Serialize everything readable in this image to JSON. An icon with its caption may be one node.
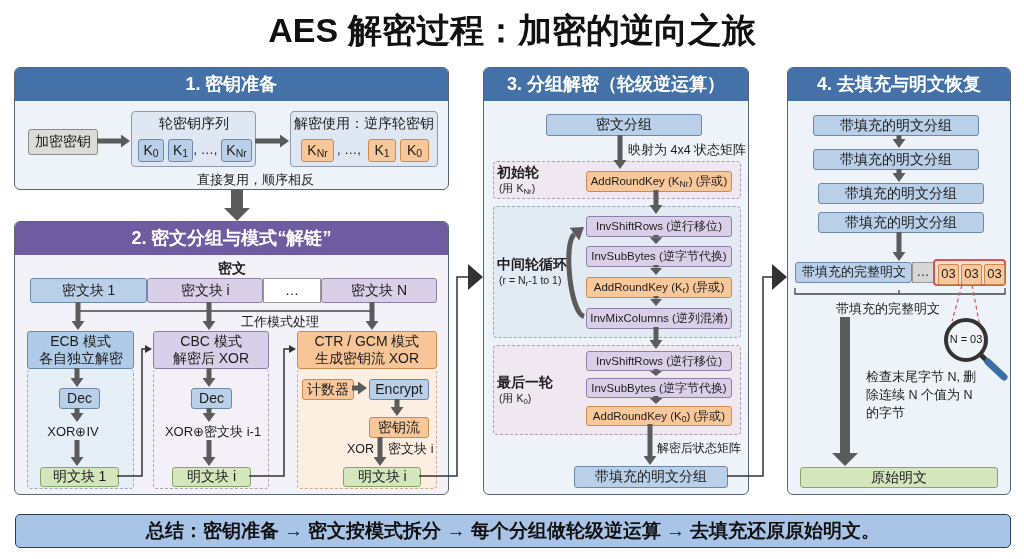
{
  "diagram": {
    "title": "AES 解密过程：加密的逆向之旅",
    "caption": "总结：密钥准备 → 密文按模式拆分 → 每个分组做轮级逆运算 → 去填充还原原始明文。",
    "nodes": [
      {
        "text": [
          "1. 密钥准备"
        ]
      },
      {
        "text": [
          "加密密钥"
        ],
        "in": 0
      },
      {
        "text": [
          "轮密钥序列"
        ],
        "in": 0
      },
      {
        "text": [
          "K$_{0}$"
        ],
        "in": 2
      },
      {
        "text": [
          "K$_{1}$"
        ],
        "in": 2
      },
      {
        "text": [
          "K$_{Nr}$"
        ],
        "in": 2
      },
      {
        "text": [
          "解密使用：逆序轮密钥"
        ],
        "in": 0
      },
      {
        "text": [
          "K$_{Nr}$"
        ],
        "in": 6
      },
      {
        "text": [
          "K$_{1}$"
        ],
        "in": 6
      },
      {
        "text": [
          "K$_{0}$"
        ],
        "in": 6
      },
      {
        "text": [
          "2. 密文分组与模式“解链”"
        ]
      },
      {
        "text": [
          "密文块 1"
        ],
        "in": 10
      },
      {
        "text": [
          "密文块 i"
        ],
        "in": 10
      },
      {
        "text": [
          "…"
        ],
        "in": 10
      },
      {
        "text": [
          "密文块 N"
        ],
        "in": 10
      },
      {
        "text": [
          "ECB 模式",
          "各自独立解密"
        ],
        "in": 10
      },
      {
        "text": [],
        "shape": "box",
        "in": 10
      },
      {
        "text": [
          "Dec"
        ],
        "in": 16
      },
      {
        "text": [
          "XOR⊕IV"
        ],
        "in": 16
      },
      {
        "text": [
          "明文块 1"
        ],
        "in": 16
      },
      {
        "text": [
          "CBC 模式",
          "解密后 XOR"
        ],
        "in": 10
      },
      {
        "text": [],
        "shape": "box",
        "in": 10
      },
      {
        "text": [
          "Dec"
        ],
        "in": 21
      },
      {
        "text": [
          "XOR⊕密文块 i-1"
        ],
        "in": 21
      },
      {
        "text": [
          "明文块 i"
        ],
        "in": 21
      },
      {
        "text": [
          "CTR / GCM 模式",
          "生成密钥流 XOR"
        ],
        "in": 10
      },
      {
        "text": [],
        "shape": "box",
        "in": 10
      },
      {
        "text": [
          "计数器"
        ],
        "in": 26
      },
      {
        "text": [
          "Encrypt"
        ],
        "in": 26
      },
      {
        "text": [
          "密钥流"
        ],
        "in": 26
      },
      {
        "text": [
          "明文块 i"
        ],
        "in": 26
      },
      {
        "text": [
          "3. 分组解密（轮级逆运算）"
        ]
      },
      {
        "text": [
          "密文分组"
        ],
        "in": 31
      },
      {
        "text": [
          "初始轮",
          "(用 K$_{Nr}$)"
        ],
        "in": 31
      },
      {
        "text": [
          "AddRoundKey (K$_{Nr}$) (异或)"
        ],
        "in": 33
      },
      {
        "text": [
          "中间轮循环",
          "(r = N$_{r}$-1 to 1)"
        ],
        "in": 31
      },
      {
        "text": [
          "InvShiftRows (逆行移位)"
        ],
        "in": 35
      },
      {
        "text": [
          "InvSubBytes (逆字节代换)"
        ],
        "in": 35
      },
      {
        "text": [
          "AddRoundKey (K$_{r}$) (异或)"
        ],
        "in": 35
      },
      {
        "text": [
          "InvMixColumns (逆列混淆)"
        ],
        "in": 35
      },
      {
        "text": [
          "最后一轮",
          "(用 K$_{0}$)"
        ],
        "in": 31
      },
      {
        "text": [
          "InvShiftRows (逆行移位)"
        ],
        "in": 40
      },
      {
        "text": [
          "InvSubBytes (逆字节代换)"
        ],
        "in": 40
      },
      {
        "text": [
          "AddRoundKey (K$_{0}$) (异或)"
        ],
        "in": 40
      },
      {
        "text": [
          "带填充的明文分组"
        ],
        "in": 31
      },
      {
        "text": [
          "4. 去填充与明文恢复"
        ]
      },
      {
        "text": [
          "带填充的明文分组"
        ],
        "in": 45
      },
      {
        "text": [
          "带填充的明文分组"
        ],
        "in": 45
      },
      {
        "text": [
          "带填充的明文分组"
        ],
        "in": 45
      },
      {
        "text": [
          "带填充的明文分组"
        ],
        "in": 45
      },
      {
        "text": [
          "带填充的完整明文"
        ],
        "in": 45
      },
      {
        "text": [
          "…"
        ],
        "in": 45
      },
      {
        "text": [],
        "shape": "box",
        "in": 45
      },
      {
        "text": [
          "03"
        ],
        "in": 52
      },
      {
        "text": [
          "03"
        ],
        "in": 52
      },
      {
        "text": [
          "03"
        ],
        "in": 52
      },
      {
        "text": [
          "N = 03"
        ],
        "in": 45
      },
      {
        "text": [
          "带填充的完整明文"
        ],
        "in": 45
      },
      {
        "text": [
          "原始明文"
        ],
        "in": 45
      }
    ],
    "edges": [
      {
        "from": 1,
        "to": 2,
        "arrow": "to"
      },
      {
        "from": 2,
        "to": 6,
        "arrow": "to"
      },
      {
        "from": 0,
        "to": 10,
        "arrow": "to",
        "style": "thick"
      },
      {
        "from": 11,
        "to": 15,
        "arrow": "to"
      },
      {
        "from": 12,
        "to": 20,
        "arrow": "to"
      },
      {
        "from": 14,
        "to": 25,
        "arrow": "to"
      },
      {
        "from": 15,
        "to": 17,
        "arrow": "to"
      },
      {
        "from": 17,
        "to": 18,
        "arrow": "to"
      },
      {
        "from": 18,
        "to": 19,
        "arrow": "to"
      },
      {
        "from": 19,
        "to": 20,
        "arrow": "to",
        "color": "#333333"
      },
      {
        "from": 20,
        "to": 22,
        "arrow": "to"
      },
      {
        "from": 22,
        "to": 23,
        "arrow": "to"
      },
      {
        "from": 23,
        "to": 24,
        "arrow": "to"
      },
      {
        "from": 24,
        "to": 25,
        "arrow": "to",
        "color": "#333333"
      },
      {
        "from": 27,
        "to": 28,
        "arrow": "to"
      },
      {
        "from": 28,
        "to": 29,
        "arrow": "to"
      },
      {
        "from": 29,
        "to": 30,
        "arrow": "to"
      },
      {
        "from": 30,
        "to": 31,
        "arrow": "to",
        "color": "#333333"
      },
      {
        "from": 32,
        "to": 34,
        "arrow": "to",
        "label": "映射为 4x4 状态矩阵"
      },
      {
        "from": 34,
        "to": 36,
        "arrow": "to"
      },
      {
        "from": 36,
        "to": 37,
        "arrow": "to"
      },
      {
        "from": 37,
        "to": 38,
        "arrow": "to"
      },
      {
        "from": 38,
        "to": 39,
        "arrow": "to"
      },
      {
        "from": 39,
        "to": 36,
        "arrow": "to"
      },
      {
        "from": 39,
        "to": 41,
        "arrow": "to"
      },
      {
        "from": 41,
        "to": 42,
        "arrow": "to"
      },
      {
        "from": 42,
        "to": 43,
        "arrow": "to"
      },
      {
        "from": 43,
        "to": 44,
        "arrow": "to",
        "label": "解密后状态矩阵"
      },
      {
        "from": 44,
        "to": 45,
        "arrow": "to",
        "color": "#333333"
      },
      {
        "from": 46,
        "to": 47,
        "arrow": "to"
      },
      {
        "from": 47,
        "to": 48,
        "arrow": "to"
      },
      {
        "from": 49,
        "to": 50,
        "arrow": "to"
      },
      {
        "from": 52,
        "to": 56,
        "arrow": "none",
        "style": "dashed",
        "color": "#d9534f"
      },
      {
        "from": 52,
        "to": 56,
        "arrow": "none",
        "style": "dashed",
        "color": "#d9534f"
      },
      {
        "from": 57,
        "to": 58,
        "arrow": "to",
        "style": "thick",
        "label": "检查末尾字节 N, 删除连续 N 个值为 N 的字节"
      }
    ],
    "labels": [
      ", …,",
      ", …,",
      "直接复用，顺序相反",
      "密文",
      "工作模式处理",
      "XOR",
      "密文块 i"
    ]
  }
}
